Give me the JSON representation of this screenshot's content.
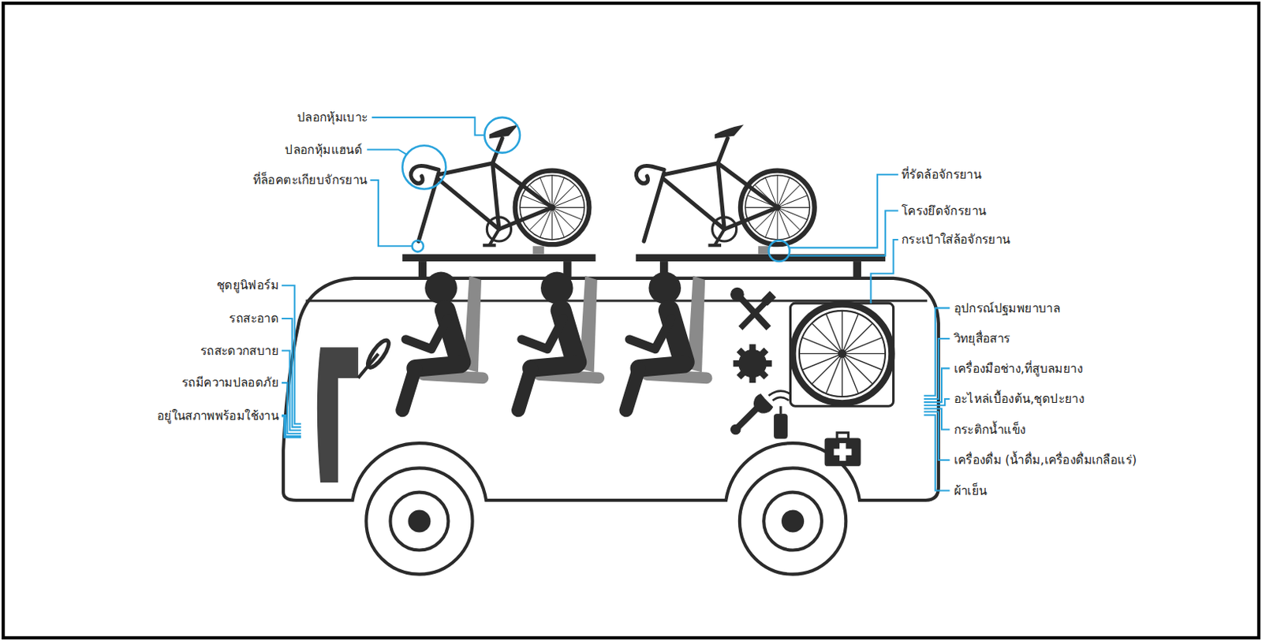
{
  "diagram": {
    "labels": [
      "ปลอกหุ้มเบาะ",
      "ปลอกหุ้มแฮนด์",
      "ที่ล็อคตะเกียบจักรยาน",
      "ที่รัดล้อจักรยาน",
      "โครงยึดจักรยาน",
      "กระเป๋าใส่ล้อจักรยาน",
      "ชุดยูนิฟอร์ม",
      "รถสะอาด",
      "รถสะดวกสบาย",
      "รถมีความปลอดภัย",
      "อยู่ในสภาพพร้อมใช้งาน",
      "อุปกรณ์ปฐมพยาบาล",
      "วิทยุสื่อสาร",
      "เครื่องมือช่าง,ที่สูบลมยาง",
      "อะไหล่เบื้องต้น,ชุดปะยาง",
      "กระติกน้ำแข็ง",
      "เครื่องดื่ม (น้ำดื่ม,เครื่องดื่มเกลือแร่)",
      "ผ้าเย็น"
    ]
  }
}
